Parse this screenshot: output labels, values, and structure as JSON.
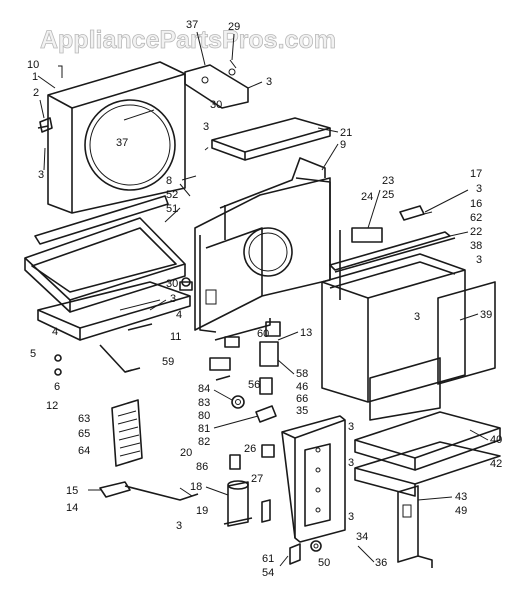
{
  "watermark": "AppliancePartsPros.com",
  "labels": {
    "l10": "10",
    "l1": "1",
    "l2": "2",
    "l3a": "3",
    "l37a": "37",
    "l37b": "37",
    "l29": "29",
    "l3b": "3",
    "l30": "30",
    "l3c": "3",
    "l21": "21",
    "l9": "9",
    "l8": "8",
    "l52": "52",
    "l51": "51",
    "l23": "23",
    "l25": "25",
    "l24": "24",
    "l17": "17",
    "l3d": "3",
    "l16": "16",
    "l62": "62",
    "l22": "22",
    "l38": "38",
    "l3e": "3",
    "l30b": "30",
    "l3f": "3",
    "l4": "4",
    "l11": "11",
    "l4b": "4",
    "l60": "60",
    "l13": "13",
    "l3g": "3",
    "l39": "39",
    "l5": "5",
    "l59": "59",
    "l58": "58",
    "l84": "84",
    "l56": "56",
    "l46": "46",
    "l83": "83",
    "l66": "66",
    "l80": "80",
    "l35": "35",
    "l81": "81",
    "l82": "82",
    "l3h": "3",
    "l6": "6",
    "l12": "12",
    "l63": "63",
    "l65": "65",
    "l64": "64",
    "l20": "20",
    "l26": "26",
    "l86": "86",
    "l3i": "3",
    "l40": "40",
    "l42": "42",
    "l15": "15",
    "l14": "14",
    "l18": "18",
    "l27": "27",
    "l19": "19",
    "l3j": "3",
    "l43": "43",
    "l49": "49",
    "l34": "34",
    "l61": "61",
    "l54": "54",
    "l50": "50",
    "l36": "36",
    "l3k": "3"
  }
}
